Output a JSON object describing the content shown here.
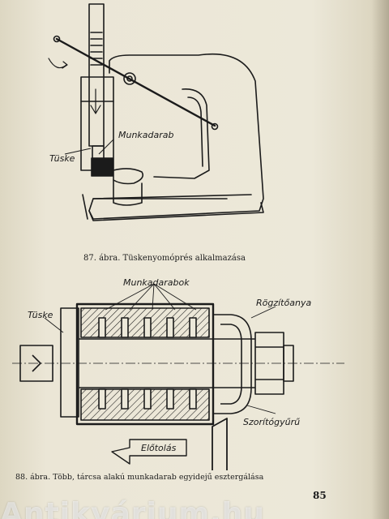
{
  "figure87": {
    "caption": "87. ábra. Tüskenyomóprés alkalmazása",
    "labels": {
      "workpiece": "Munkadarab",
      "mandrel": "Tüske"
    }
  },
  "figure88": {
    "caption": "88. ábra. Több, tárcsa alakú munkadarab egyidejű esztergálása",
    "labels": {
      "workpieces": "Munkadarabok",
      "mandrel": "Tüske",
      "clamp_nut": "Rögzítőanya",
      "clamp_ring": "Szorítógyűrű",
      "feed": "Előtolás"
    }
  },
  "page_number": "85",
  "watermark": "Antikvárium.hu"
}
